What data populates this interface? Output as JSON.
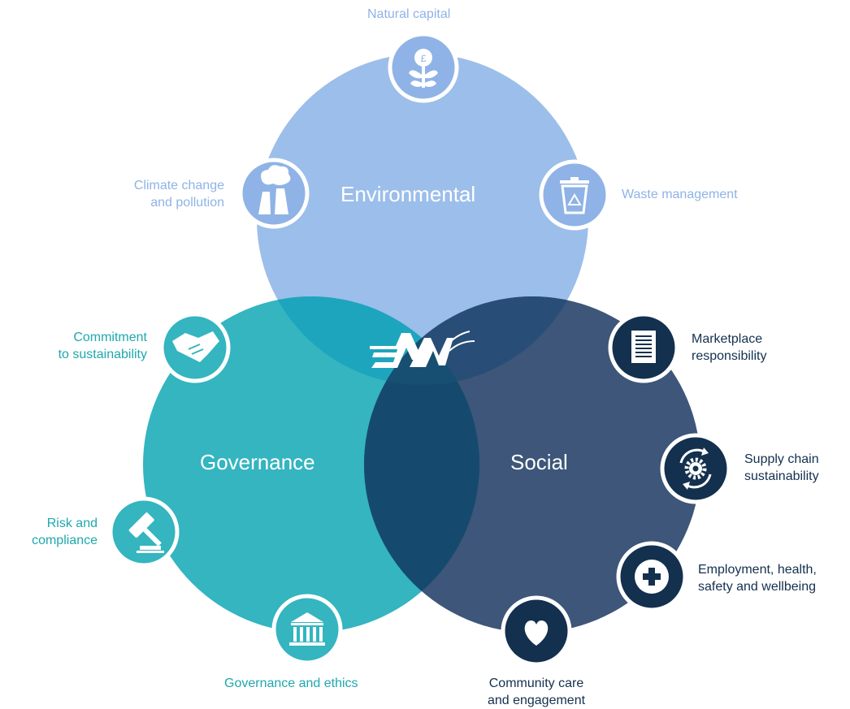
{
  "circles": {
    "environmental": {
      "title": "Environmental",
      "color": "#9cbeea"
    },
    "governance": {
      "title": "Governance",
      "color": "#34b5c0"
    },
    "social": {
      "title": "Social",
      "color": "#3d5679"
    }
  },
  "items": {
    "natural_capital": "Natural capital",
    "climate_change": "Climate change\nand pollution",
    "waste_management": "Waste management",
    "commitment": "Commitment\nto sustainability",
    "risk_compliance": "Risk and\ncompliance",
    "governance_ethics": "Governance and ethics",
    "marketplace": "Marketplace\nresponsibility",
    "supply_chain": "Supply chain\nsustainability",
    "employment": "Employment, health,\nsafety and wellbeing",
    "community": "Community care\nand engagement"
  },
  "icons": {
    "natural_capital": "plant-pound-icon",
    "climate_change": "factory-icon",
    "waste_management": "recycle-bin-icon",
    "commitment": "handshake-icon",
    "risk_compliance": "gavel-icon",
    "governance_ethics": "courthouse-icon",
    "marketplace": "document-icon",
    "supply_chain": "gear-cycle-icon",
    "employment": "plus-icon",
    "community": "heart-icon"
  }
}
